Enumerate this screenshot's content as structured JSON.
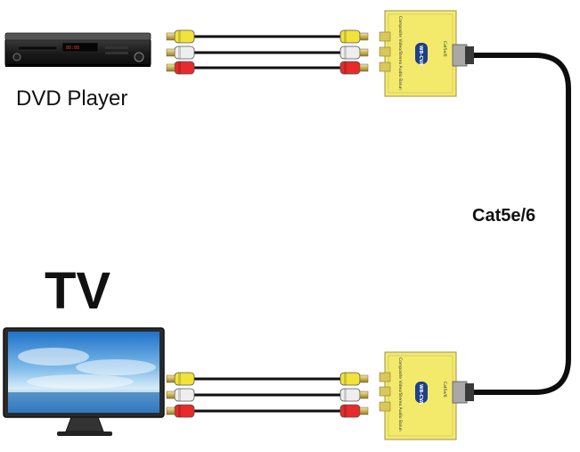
{
  "labels": {
    "dvd": "DVD Player",
    "tv": "TV",
    "cable": "Cat5e/6"
  },
  "balun": {
    "side_text": "Composite Video/Stereo Audio Balun",
    "port_label": "Cat5e/6",
    "brand": "WB-CVA"
  },
  "colors": {
    "yellow": "#f2e23a",
    "white": "#eeeeee",
    "red": "#e52b2b",
    "balun_body": "#f3ea6c",
    "cable": "#111111"
  }
}
